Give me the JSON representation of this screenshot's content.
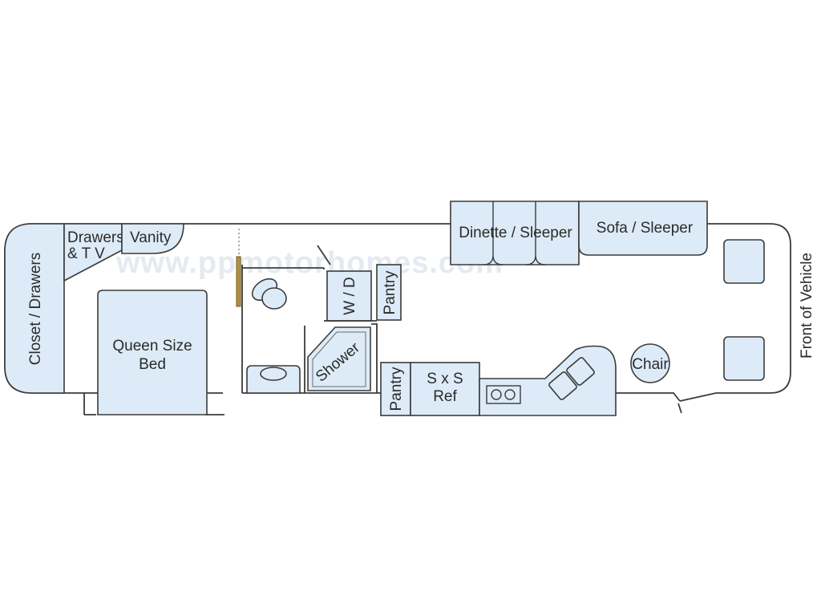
{
  "watermark": "www.ppmotorhomes.com",
  "labels": {
    "closet": "Closet / Drawers",
    "drawers_line1": "Drawers",
    "drawers_line2": "& T V",
    "vanity": "Vanity",
    "bed_line1": "Queen  Size",
    "bed_line2": "Bed",
    "washer_dryer": "W / D",
    "pantry_upper": "Pantry",
    "shower": "Shower",
    "pantry_lower": "Pantry",
    "fridge_line1": "S x S",
    "fridge_line2": "Ref",
    "dinette": "Dinette / Sleeper",
    "sofa": "Sofa / Sleeper",
    "chair": "Chair",
    "front": "Front of Vehicle"
  },
  "colors": {
    "fill": "#dcebf7",
    "line": "#3b3b3b",
    "accent": "#b8923f"
  }
}
